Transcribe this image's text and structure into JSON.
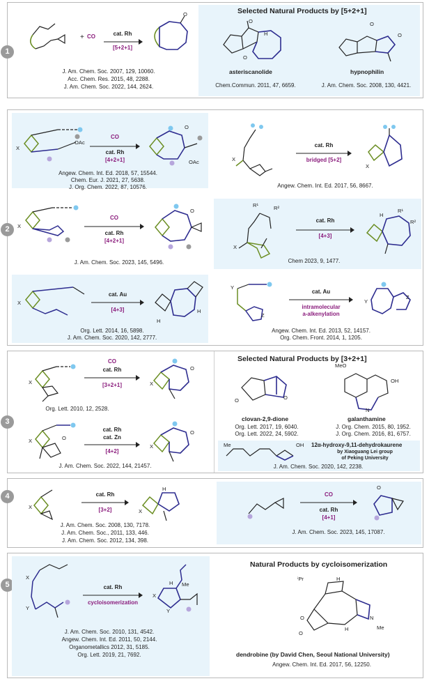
{
  "panels": {
    "p1": {
      "number": "1",
      "plus": "+",
      "co": "CO",
      "cat": "cat. Rh",
      "type": "[5+2+1]",
      "refs": [
        "J. Am. Chem. Soc. 2007, 129, 10060.",
        "Acc. Chem. Res. 2015, 48, 2288.",
        "J. Am. Chem. Soc. 2022, 144, 2624."
      ],
      "np_title": "Selected Natural Products by [5+2+1]",
      "np1_name": "asteriscanolide",
      "np1_ref": "Chem.Commun. 2011, 47, 6659.",
      "np2_name": "hypnophilin",
      "np2_ref": "J. Am. Chem. Soc. 2008, 130, 4421."
    },
    "p2": {
      "number": "2",
      "r1": {
        "co": "CO",
        "cat": "cat. Rh",
        "type": "[4+2+1]",
        "refs": [
          "Angew. Chem. Int. Ed. 2018, 57, 15544.",
          "Chem. Eur. J. 2021, 27, 5638.",
          "J. Org. Chem. 2022, 87, 10576."
        ]
      },
      "r2": {
        "cat": "cat. Rh",
        "type": "bridged [5+2]",
        "refs": [
          "Angew. Chem. Int. Ed. 2017, 56, 8667."
        ]
      },
      "r3": {
        "co": "CO",
        "cat": "cat. Rh",
        "type": "[4+2+1]",
        "refs": [
          "J. Am. Chem. Soc. 2023, 145, 5496."
        ]
      },
      "r4": {
        "cat": "cat. Rh",
        "type": "[4+3]",
        "refs": [
          "Chem 2023, 9, 1477."
        ]
      },
      "r5": {
        "cat": "cat. Au",
        "type": "[4+3]",
        "refs": [
          "Org. Lett. 2014, 16, 5898.",
          "J. Am. Chem. Soc. 2020, 142, 2777."
        ]
      },
      "r6": {
        "cat": "cat. Au",
        "type1": "intramolecular",
        "type2": "a-alkenylation",
        "refs": [
          "Angew. Chem. Int. Ed. 2013, 52, 14157.",
          "Org. Chem. Front. 2014, 1, 1205."
        ]
      }
    },
    "p3": {
      "number": "3",
      "r1": {
        "co": "CO",
        "cat": "cat. Rh",
        "type": "[3+2+1]",
        "refs": [
          "Org. Lett. 2010, 12, 2528."
        ]
      },
      "r2": {
        "cat1": "cat. Rh",
        "cat2": "cat. Zn",
        "type": "[4+2]",
        "refs": [
          "J. Am. Chem. Soc. 2022, 144, 21457."
        ]
      },
      "np_title": "Selected Natural Products by [3+2+1]",
      "np1_name": "clovan-2,9-dione",
      "np1_refs": [
        "Org. Lett. 2017, 19, 6040.",
        "Org. Lett. 2022, 24, 5902."
      ],
      "np2_name": "galanthamine",
      "np2_refs": [
        "J. Org. Chem. 2015, 80, 1952.",
        "J. Org. Chem. 2016, 81, 6757."
      ],
      "np3_name": "12α-hydroxy-9,11-dehydrokaurene",
      "np3_sub1": "by Xiaoguang Lei group",
      "np3_sub2": "of Peking University",
      "np3_ref": "J. Am. Chem. Soc. 2020, 142, 2238."
    },
    "p4": {
      "number": "4",
      "r1": {
        "cat": "cat. Rh",
        "type": "[3+2]",
        "refs": [
          "J. Am. Chem. Soc. 2008, 130, 7178.",
          "J. Am. Chem. Soc., 2011, 133, 446.",
          "J. Am. Chem. Soc. 2012, 134, 398."
        ]
      },
      "r2": {
        "co": "CO",
        "cat": "cat. Rh",
        "type": "[4+1]",
        "refs": [
          "J. Am. Chem. Soc. 2023, 145, 17087."
        ]
      }
    },
    "p5": {
      "number": "5",
      "cat": "cat. Rh",
      "type": "cycloisomerization",
      "refs": [
        "J. Am. Chem. Soc. 2010, 131, 4542.",
        "Angew. Chem. Int. Ed. 2011, 50, 2144.",
        "Organometallics 2012, 31, 5185.",
        "Org. Lett. 2019, 21, 7692."
      ],
      "np_title": "Natural Products by cycloisomerization",
      "np_name": "dendrobine (by David Chen, Seoul National University)",
      "np_ref": "Angew. Chem. Int. Ed. 2017, 56, 12250."
    }
  },
  "atoms": {
    "X": "X",
    "Y": "Y",
    "Z": "Z",
    "O": "O",
    "H": "H",
    "N": "N",
    "Me": "Me",
    "OAc": "OAc",
    "OH": "OH",
    "MeO": "MeO",
    "R1": "R¹",
    "R2": "R²",
    "iPr": "ⁱPr"
  },
  "colors": {
    "panel_bg": "#e8f4fb",
    "bond": "#222222",
    "product": "#2d2c8f",
    "chain": "#6b8e23",
    "condition": "#8a1c7c",
    "dot_blue": "#7fc8ef",
    "dot_purple": "#b6a6dc",
    "dot_gray": "#9a9a9a",
    "badge": "#9a9a9a"
  }
}
